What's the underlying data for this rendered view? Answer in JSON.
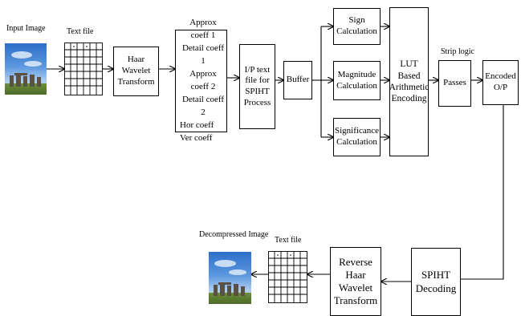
{
  "labels": {
    "input_image": "Input Image",
    "text_file_top": "Text file",
    "strip_logic": "Strip logic",
    "decompressed_image": "Decompressed Image",
    "text_file_bottom": "Text file"
  },
  "boxes": {
    "haar": [
      "Haar",
      "Wavelet",
      "Transform"
    ],
    "coeff": [
      "Approx coeff 1",
      "Detail coeff 1",
      "Approx coeff 2",
      "Detail coeff 2",
      "Hor coeff",
      "Ver coeff"
    ],
    "ip_text": [
      "I/P text",
      "file for",
      "SPIHT",
      "Process"
    ],
    "buffer": [
      "Buffer"
    ],
    "sign": [
      "Sign",
      "Calculation"
    ],
    "magnitude": [
      "Magnitude",
      "Calculation"
    ],
    "significance": [
      "Significance",
      "Calculation"
    ],
    "lut": [
      "LUT",
      "Based",
      "Arithmetic",
      "Encoding"
    ],
    "passes": [
      "Passes"
    ],
    "encoded": [
      "Encoded",
      "O/P"
    ],
    "spiht_decoding": [
      "SPIHT",
      "Decoding"
    ],
    "reverse_haar": [
      "Reverse",
      "Haar Wavelet",
      "Transform"
    ]
  }
}
